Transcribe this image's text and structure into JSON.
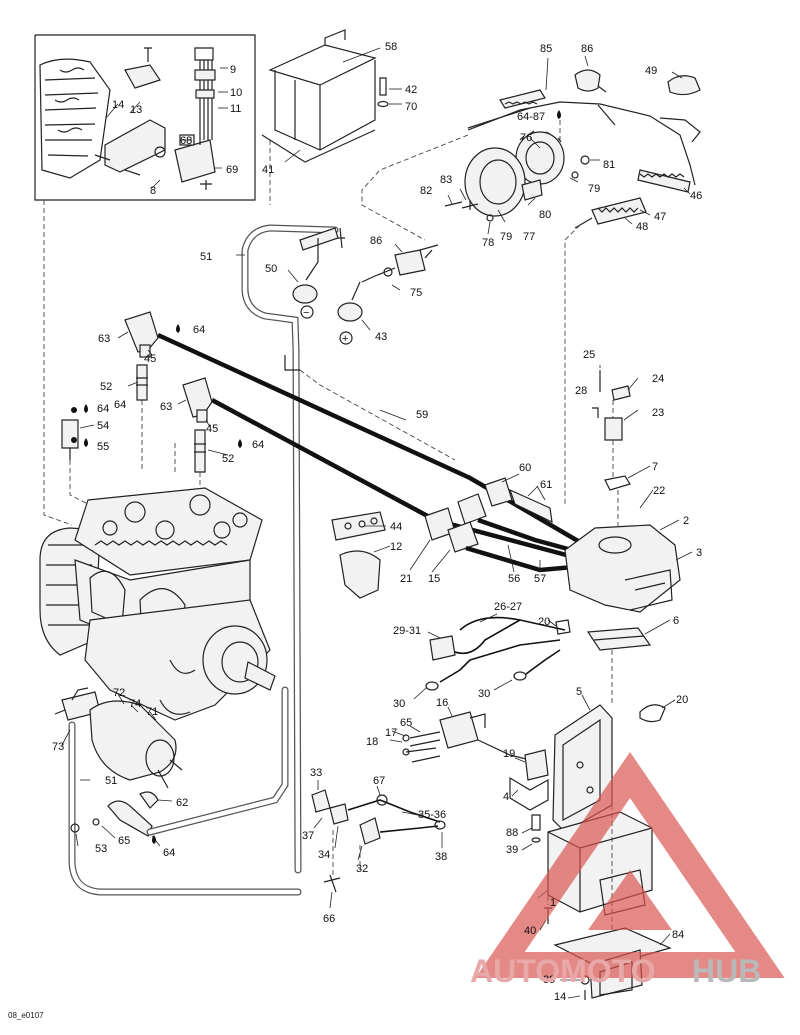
{
  "reference_code": "08_e0107",
  "watermark": {
    "left": "AUTOMOTO",
    "right": "HUB",
    "left_color": "#e8a8a8",
    "right_color": "#b9b9b9"
  },
  "colors": {
    "line": "#222222",
    "watermark_red": "#d9534f"
  },
  "callouts": {
    "c1": "1",
    "c2": "2",
    "c3": "3",
    "c4": "4",
    "c5": "5",
    "c6": "6",
    "c7": "7",
    "c8": "8",
    "c9": "9",
    "c10": "10",
    "c11": "11",
    "c12": "12",
    "c13": "13",
    "c14a": "14",
    "c14b": "14",
    "c15": "15",
    "c16": "16",
    "c17": "17",
    "c18": "18",
    "c19": "19",
    "c20a": "20",
    "c20b": "20",
    "c21": "21",
    "c22": "22",
    "c23": "23",
    "c24": "24",
    "c25": "25",
    "c26_27": "26-27",
    "c28": "28",
    "c29_31": "29-31",
    "c30a": "30",
    "c30b": "30",
    "c32": "32",
    "c33": "33",
    "c34": "34",
    "c35_36": "35-36",
    "c37": "37",
    "c38": "38",
    "c39a": "39",
    "c39b": "39",
    "c40": "40",
    "c41": "41",
    "c42": "42",
    "c43": "43",
    "c44": "44",
    "c45a": "45",
    "c45b": "45",
    "c46": "46",
    "c47": "47",
    "c48": "48",
    "c49": "49",
    "c50": "50",
    "c51a": "51",
    "c51b": "51",
    "c52a": "52",
    "c52b": "52",
    "c53": "53",
    "c54": "54",
    "c55": "55",
    "c56": "56",
    "c57": "57",
    "c58": "58",
    "c59": "59",
    "c60": "60",
    "c61": "61",
    "c62": "62",
    "c63a": "63",
    "c63b": "63",
    "c64a": "64",
    "c64b": "64",
    "c64c": "64",
    "c64d": "64",
    "c64e": "64",
    "c64_87": "64-87",
    "c65a": "65",
    "c65b": "65",
    "c66": "66",
    "c67": "67",
    "c68": "68",
    "c69": "69",
    "c70": "70",
    "c71": "71",
    "c72": "72",
    "c73": "73",
    "c74": "74",
    "c75": "75",
    "c76": "76",
    "c77": "77",
    "c78": "78",
    "c79a": "79",
    "c79b": "79",
    "c80": "80",
    "c81": "81",
    "c82": "82",
    "c83": "83",
    "c84": "84",
    "c85": "85",
    "c86a": "86",
    "c86b": "86",
    "c88": "88"
  },
  "symbols": {
    "minus": "−",
    "plus": "+"
  }
}
